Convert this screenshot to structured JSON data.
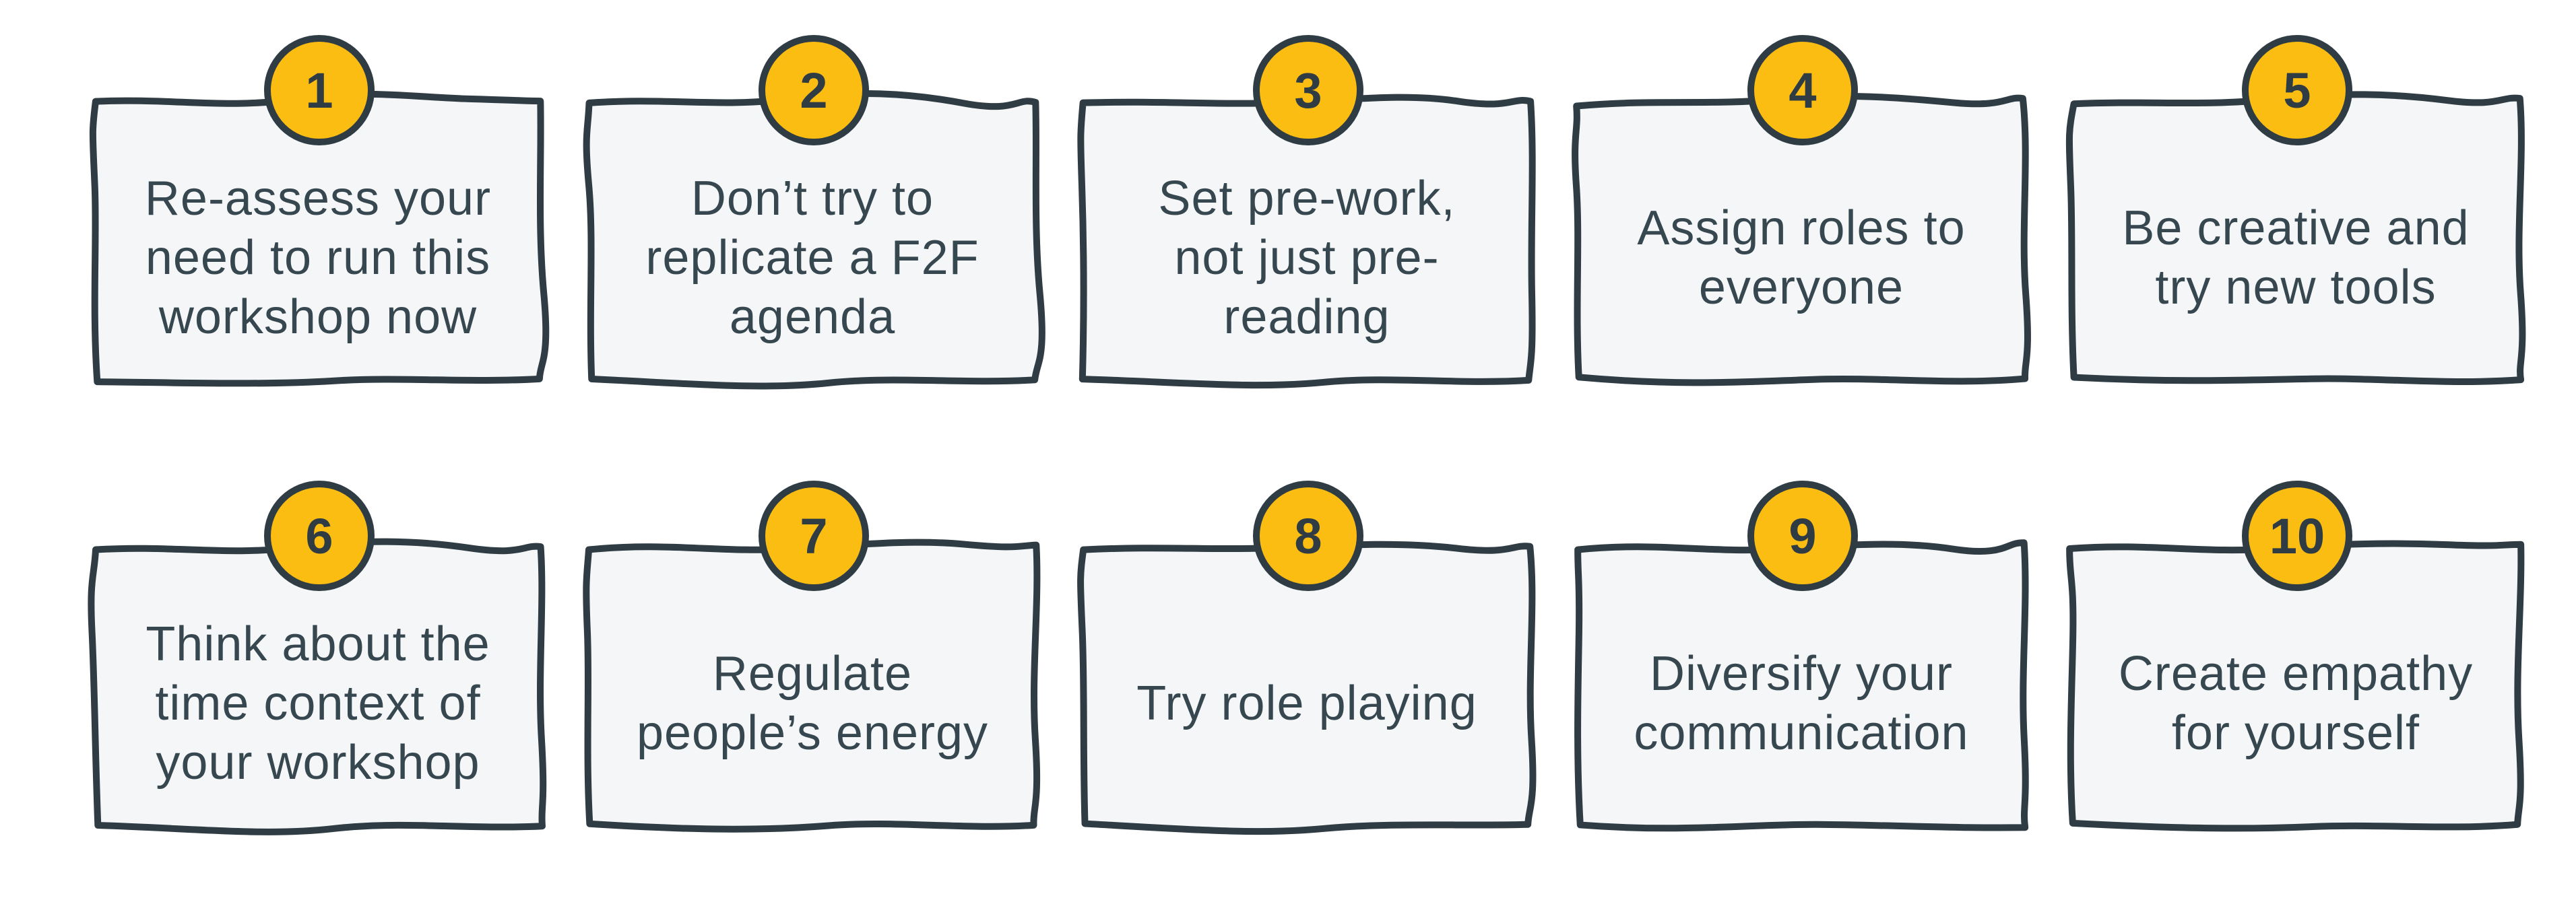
{
  "colors": {
    "card_fill": "#f4f6f8",
    "card_stroke": "#2f3c44",
    "badge_fill": "#fbbd12",
    "text": "#37474f"
  },
  "tips": [
    {
      "number": "1",
      "text": "Re-assess your\nneed to run this\nworkshop now"
    },
    {
      "number": "2",
      "text": "Don’t try to\nreplicate a F2F\nagenda"
    },
    {
      "number": "3",
      "text": "Set pre-work,\nnot just pre-\nreading"
    },
    {
      "number": "4",
      "text": "Assign roles to\neveryone"
    },
    {
      "number": "5",
      "text": "Be creative and\ntry new tools"
    },
    {
      "number": "6",
      "text": "Think about the\ntime context of\nyour workshop"
    },
    {
      "number": "7",
      "text": "Regulate\npeople’s energy"
    },
    {
      "number": "8",
      "text": "Try role playing"
    },
    {
      "number": "9",
      "text": "Diversify your\ncommunication"
    },
    {
      "number": "10",
      "text": "Create empathy\nfor yourself"
    }
  ]
}
